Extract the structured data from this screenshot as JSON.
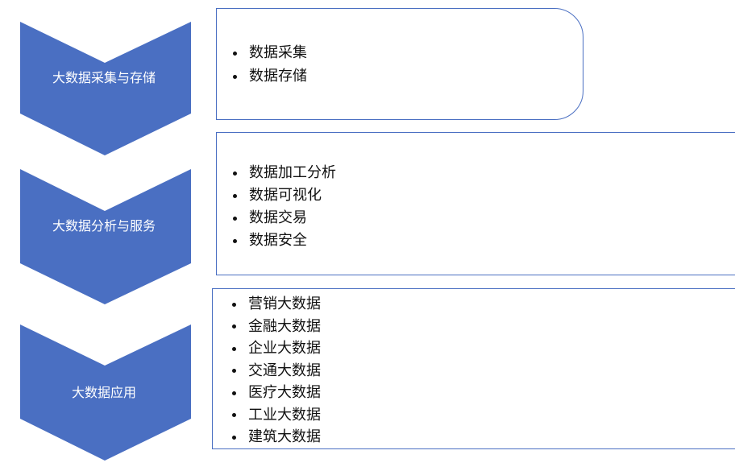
{
  "stages": [
    {
      "label": "大数据采集与存储",
      "items": [
        "数据采集",
        "数据存储"
      ]
    },
    {
      "label": "大数据分析与服务",
      "items": [
        "数据加工分析",
        "数据可视化",
        "数据交易",
        "数据安全"
      ]
    },
    {
      "label": "大数据应用",
      "items": [
        "营销大数据",
        "金融大数据",
        "企业大数据",
        "交通大数据",
        "医疗大数据",
        "工业大数据",
        "建筑大数据"
      ]
    }
  ],
  "colors": {
    "chevron_fill": "#4a6fc2",
    "box_border": "#4a6fc2",
    "stage_text": "#ffffff",
    "item_text": "#111111"
  }
}
